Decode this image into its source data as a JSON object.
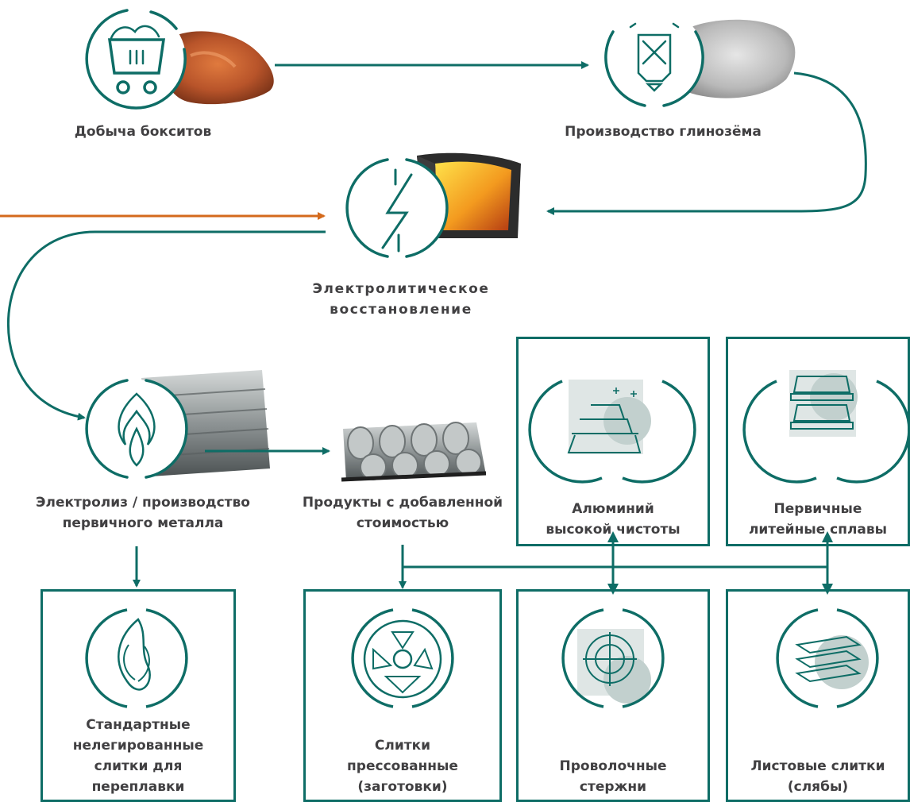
{
  "colors": {
    "accent": "#0e6d66",
    "input_arrow": "#d46a1c",
    "text": "#414042"
  },
  "stages": {
    "bauxite": {
      "label": "Добыча бокситов",
      "icon": "mine-cart-icon"
    },
    "alumina": {
      "label": "Производство глинозёма",
      "icon": "silo-icon"
    },
    "reduction": {
      "label_line1": "Электролитическое",
      "label_line2": "восстановление",
      "icon": "lightning-icon"
    },
    "electrolysis": {
      "label_line1": "Электролиз / производство",
      "label_line2": "первичного металла",
      "icon": "flame-icon"
    },
    "value_added": {
      "label_line1": "Продукты с добавленной",
      "label_line2": "стоимостью"
    }
  },
  "products": {
    "high_purity": {
      "line1": "Алюминий",
      "line2": "высокой чистоты",
      "icon": "ingots-sparkle-icon"
    },
    "casting_alloys": {
      "line1": "Первичные",
      "line2": "литейные сплавы",
      "icon": "stacked-ingots-icon"
    },
    "standard_ingots": {
      "line1": "Стандартные",
      "line2": "нелегированные",
      "line3": "слитки для",
      "line4": "переплавки",
      "icon": "molten-drop-icon"
    },
    "billets": {
      "line1": "Слитки",
      "line2": "прессованные",
      "line3": "(заготовки)",
      "icon": "billet-section-icon"
    },
    "wire_rod": {
      "line1": "Проволочные",
      "line2": "стержни",
      "icon": "wire-rod-icon"
    },
    "slabs": {
      "line1": "Листовые слитки",
      "line2": "(слябы)",
      "icon": "sheet-stack-icon"
    }
  }
}
